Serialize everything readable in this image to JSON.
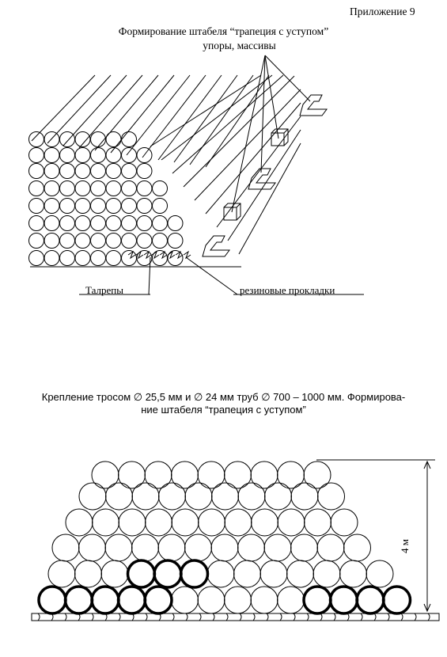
{
  "document": {
    "appendix_label": "Приложение 9",
    "top_figure": {
      "title": "Формирование штабеля “трапеция с уступом”",
      "subtitle": "упоры, массивы",
      "label_left": "Талрепы",
      "label_right": "резиновые прокладки"
    },
    "bottom_figure": {
      "caption_line1": "Крепление тросом ∅ 25,5 мм и ∅ 24 мм труб ∅ 700 – 1000 мм. Формирова-",
      "caption_line2": "ние штабеля “трапеция с уступом”",
      "dimension_label": "4 м"
    }
  }
}
